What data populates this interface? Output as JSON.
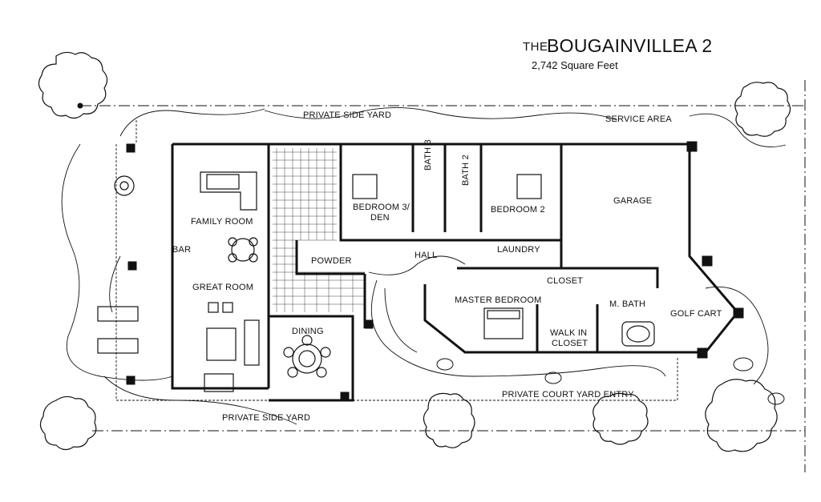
{
  "title": {
    "prefix": "THE",
    "main": "BOUGAINVILLEA 2",
    "subtitle": "2,742 Square Feet"
  },
  "rooms": {
    "family_room": "FAMILY ROOM",
    "bar": "BAR",
    "great_room": "GREAT ROOM",
    "dining": "DINING",
    "powder": "POWDER",
    "hall": "HALL",
    "bedroom3_line1": "BEDROOM 3/",
    "bedroom3_line2": "DEN",
    "bath3": "BATH 3",
    "bath2": "BATH 2",
    "bedroom2": "BEDROOM 2",
    "laundry": "LAUNDRY",
    "closet": "CLOSET",
    "master_bedroom": "MASTER BEDROOM",
    "master_bath": "M. BATH",
    "walk_in_line1": "WALK IN",
    "walk_in_line2": "CLOSET",
    "garage": "GARAGE",
    "golf_cart": "GOLF CART",
    "service_area": "SERVICE AREA"
  },
  "yards": {
    "side_yard_top": "PRIVATE SIDE YARD",
    "side_yard_bottom": "PRIVATE SIDE YARD",
    "courtyard_entry": "PRIVATE COURT YARD ENTRY"
  },
  "colors": {
    "ink": "#111111",
    "paper": "#ffffff"
  }
}
